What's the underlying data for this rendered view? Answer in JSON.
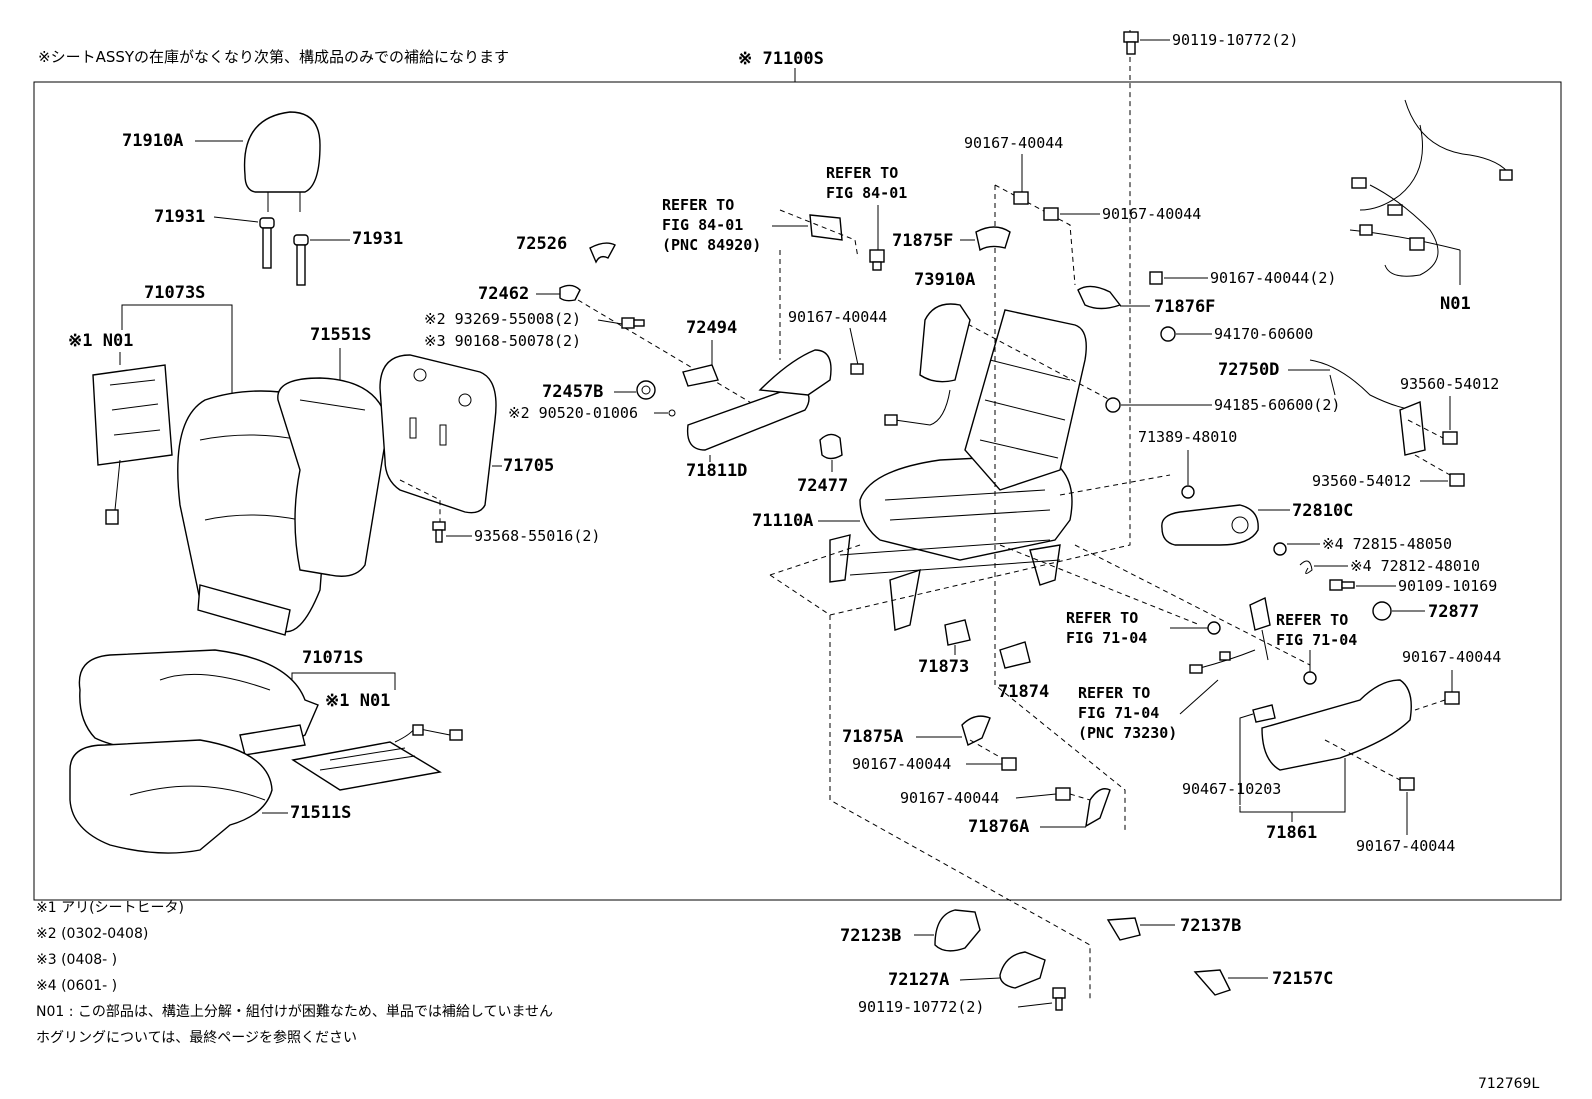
{
  "header": {
    "note_jp": "※シートASSYの在庫がなくなり次第、構成品のみでの補給になります",
    "assembly": "※ 71100S"
  },
  "labels": {
    "p71910A": "71910A",
    "p71931a": "71931",
    "p71931b": "71931",
    "p71073S": "71073S",
    "n01a": "※1 N01",
    "p71551S": "71551S",
    "p71705": "71705",
    "p93568": "93568-55016(2)",
    "p71071S": "71071S",
    "n01b": "※1 N01",
    "p71511S": "71511S",
    "p72526": "72526",
    "p72462": "72462",
    "p93269": "※2 93269-55008(2)",
    "p90168": "※3 90168-50078(2)",
    "p72494": "72494",
    "p72457B": "72457B",
    "p90520": "※2 90520-01006",
    "p71811D": "71811D",
    "refer1a": "REFER TO",
    "refer1b": "FIG 84-01",
    "refer1c": "(PNC 84920)",
    "refer2a": "REFER TO",
    "refer2b": "FIG 84-01",
    "p90167_a": "90167-40044",
    "p72477": "72477",
    "p71110A": "71110A",
    "p90119_top": "90119-10772(2)",
    "p90167_b": "90167-40044",
    "p90167_c": "90167-40044",
    "p71875F": "71875F",
    "p73910A": "73910A",
    "p90167_d": "90167-40044(2)",
    "p71876F": "71876F",
    "p94170": "94170-60600",
    "p94185": "94185-60600(2)",
    "p71389": "71389-48010",
    "n01c": "N01",
    "p72750D": "72750D",
    "p93560a": "93560-54012",
    "p93560b": "93560-54012",
    "p72810C": "72810C",
    "p72815": "※4 72815-48050",
    "p72812": "※4 72812-48010",
    "p90109": "90109-10169",
    "p72877": "72877",
    "refer3a": "REFER TO",
    "refer3b": "FIG 71-04",
    "refer4a": "REFER TO",
    "refer4b": "FIG 71-04",
    "refer5a": "REFER TO",
    "refer5b": "FIG 71-04",
    "refer5c": "(PNC 73230)",
    "p90167_e": "90167-40044",
    "p71873": "71873",
    "p71874": "71874",
    "p71875A": "71875A",
    "p90167_f": "90167-40044",
    "p90167_g": "90167-40044",
    "p71876A": "71876A",
    "p90467": "90467-10203",
    "p71861": "71861",
    "p90167_h": "90167-40044",
    "p72123B": "72123B",
    "p72127A": "72127A",
    "p90119_bot": "90119-10772(2)",
    "p72137B": "72137B",
    "p72157C": "72157C"
  },
  "footnotes": {
    "f1": "※1 アリ(シートヒータ)",
    "f2": "※2 (0302-0408)",
    "f3": "※3 (0408-     )",
    "f4": "※4 (0601-     )",
    "f5": "N01 : この部品は、構造上分解・組付けが困難なため、単品では補給していません",
    "f6": "ホグリングについては、最終ページを参照ください"
  },
  "figure_id": "712769L"
}
